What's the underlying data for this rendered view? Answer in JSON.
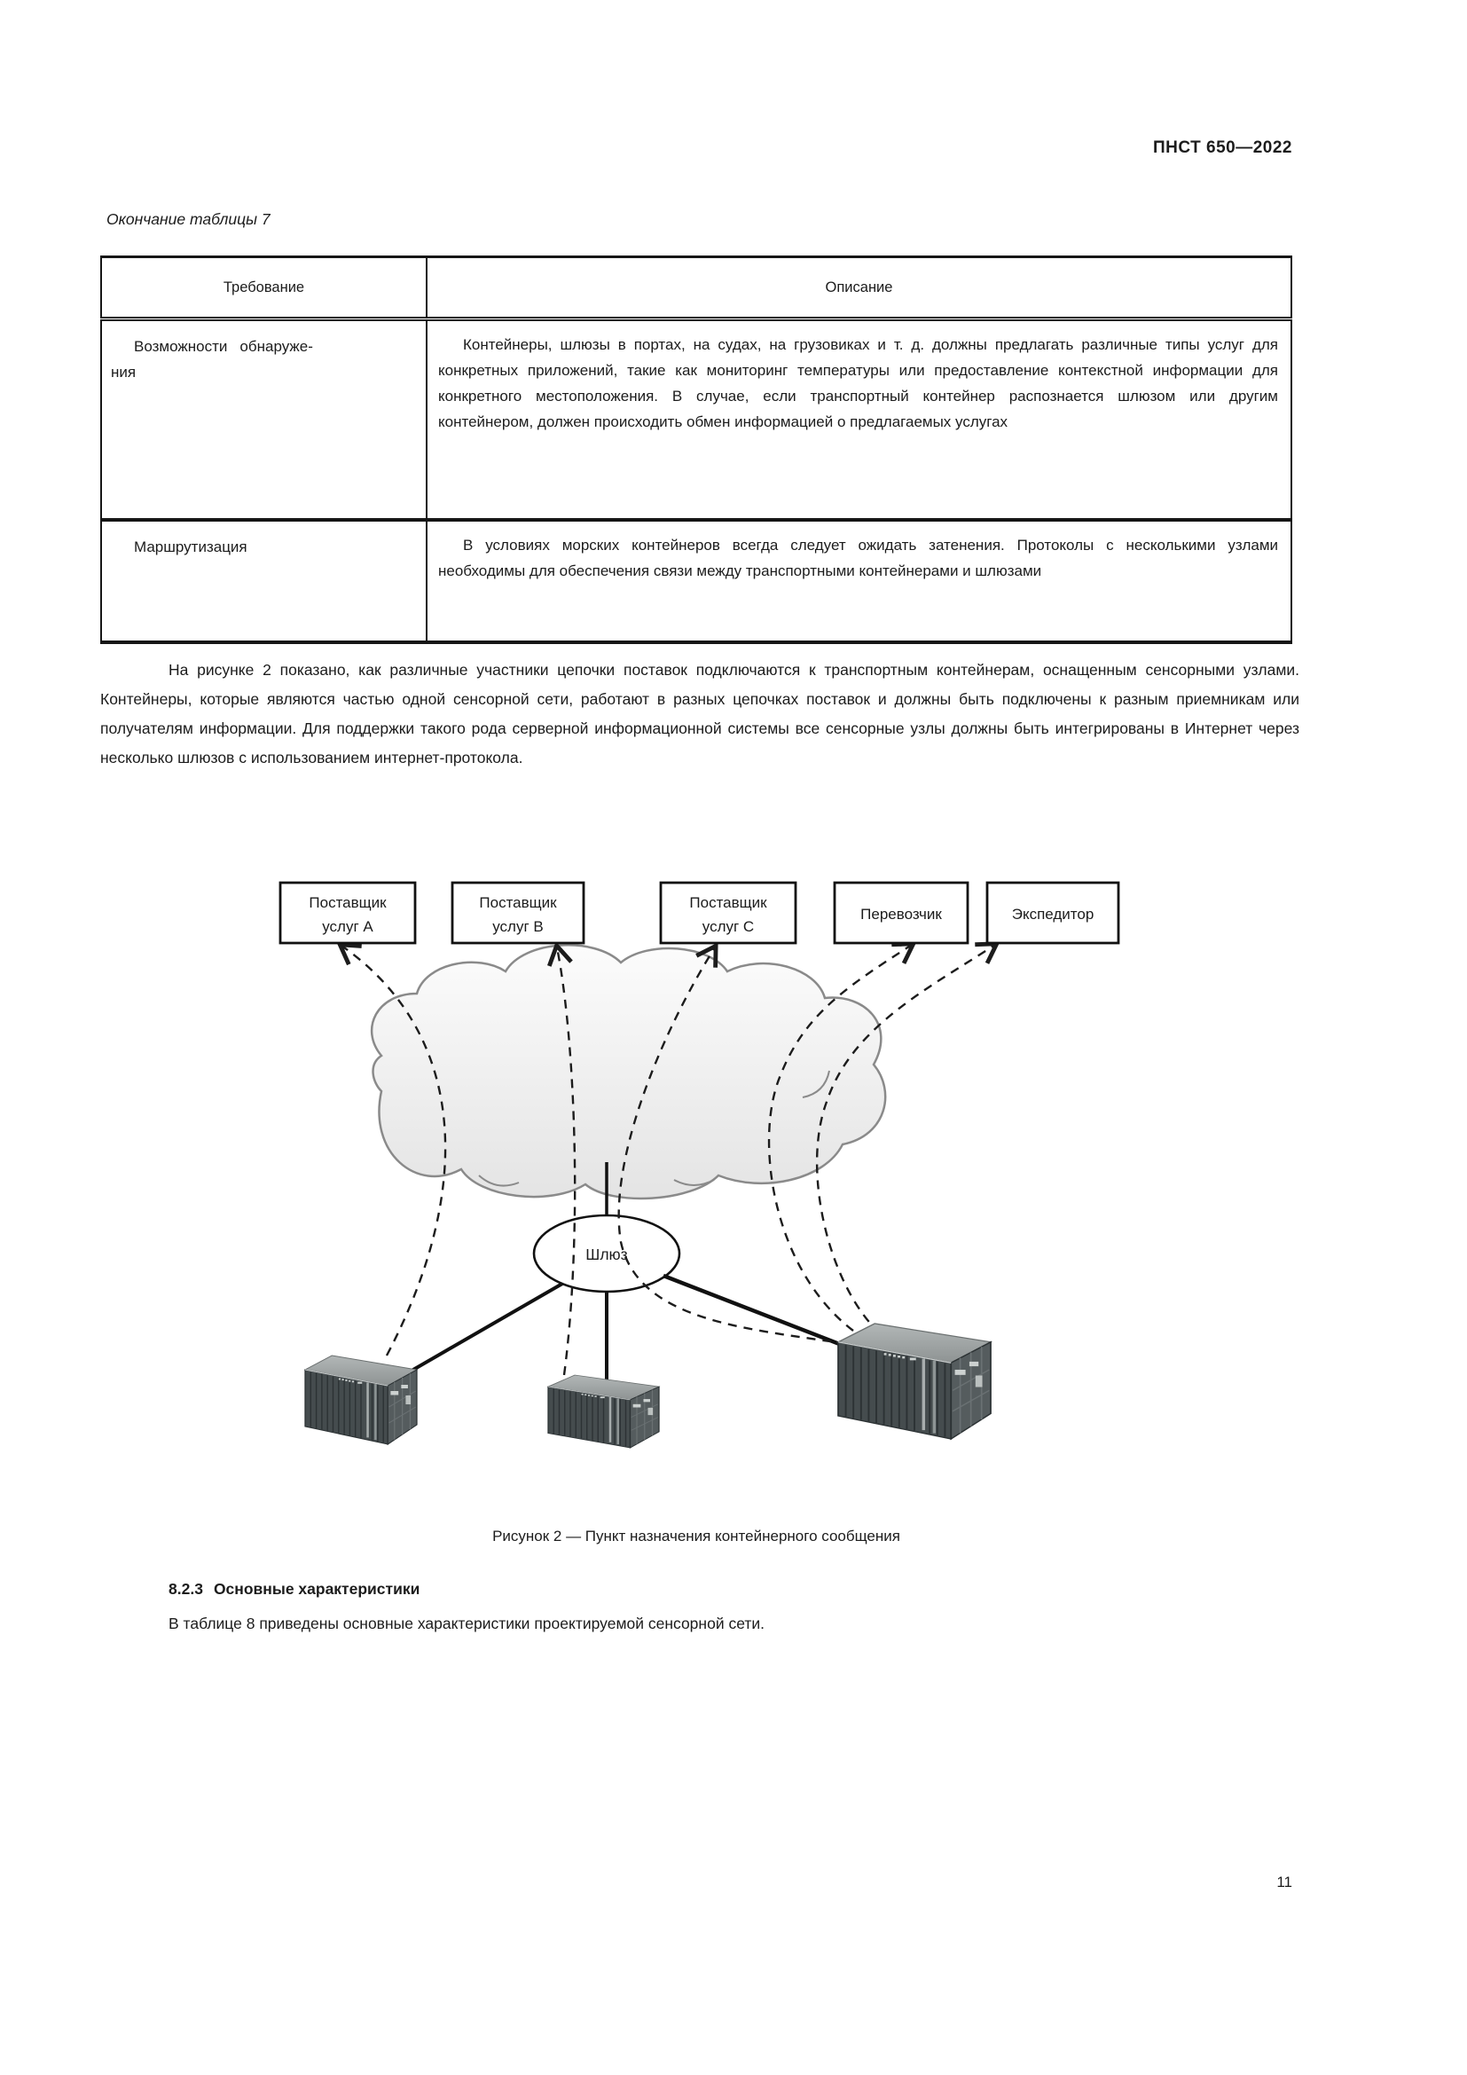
{
  "header": {
    "doc_code": "ПНСТ 650—2022"
  },
  "table_section": {
    "continuation_label": "Окончание таблицы 7",
    "columns": [
      "Требование",
      "Описание"
    ],
    "rows": [
      {
        "requirement_line1": "Возможности обнаруже-",
        "requirement_line2": "ния",
        "description": "Контейнеры, шлюзы в портах, на судах, на грузовиках и т. д. должны предлагать различные типы услуг для конкретных приложений, такие как мониторинг температуры или предоставление контекстной информации для конкретного местоположения. В случае, если транспортный контейнер распознается шлюзом или другим контейнером, должен происходить обмен информацией о предлагаемых услугах"
      },
      {
        "requirement_line1": "Маршрутизация",
        "requirement_line2": "",
        "description": "В условиях морских контейнеров всегда следует ожидать затенения. Протоколы с несколькими узлами необходимы для обеспечения связи между транспортными контейнерами и шлюзами"
      }
    ]
  },
  "paragraphs": {
    "figure_intro": "На рисунке 2 показано, как различные участники цепочки поставок подключаются к транспортным контейнерам, оснащенным сенсорными узлами. Контейнеры, которые являются частью одной сенсорной сети, работают в разных цепочках поставок и должны быть подключены к разным приемникам или получателям информации. Для поддержки такого рода серверной информационной системы все сенсорные узлы должны быть интегрированы в Интернет через несколько шлюзов с использованием интернет-протокола.",
    "section_intro": "В таблице 8 приведены основные характеристики проектируемой сенсорной сети."
  },
  "figure": {
    "caption": "Рисунок 2 — Пункт назначения контейнерного сообщения",
    "nodes": {
      "box_a_line1": "Поставщик",
      "box_a_line2": "услуг A",
      "box_b_line1": "Поставщик",
      "box_b_line2": "услуг B",
      "box_c_line1": "Поставщик",
      "box_c_line2": "услуг C",
      "box_carrier": "Перевозчик",
      "box_forwarder": "Экспедитор",
      "gateway": "Шлюз"
    }
  },
  "section": {
    "number": "8.2.3",
    "title": "Основные характеристики"
  },
  "footer": {
    "page_number": "11"
  },
  "colors": {
    "text": "#1c1c1c",
    "table_border": "#161616",
    "cloud_stroke": "#8a8a8a",
    "cloud_fill_top": "#fbfbfb",
    "cloud_fill_bottom": "#e4e4e4",
    "container_side": "#454c4e",
    "container_door": "#555c5e",
    "container_top": "#9aa0a0"
  }
}
